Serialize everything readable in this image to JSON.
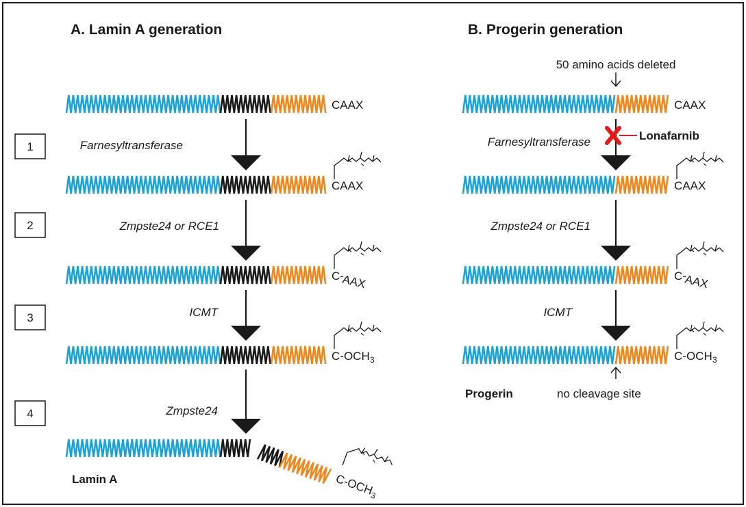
{
  "colors": {
    "segment_lamin_a_head": "#1ba3d6",
    "segment_deleted_region": "#1a1a1a",
    "segment_tail": "#f0871c",
    "inhibition_mark": "#e01b1b",
    "arrow": "#1a1a1a"
  },
  "panel_a": {
    "title": "A. Lamin A generation",
    "steps": [
      "1",
      "2",
      "3",
      "4"
    ],
    "enzymes": [
      "Farnesyltransferase",
      "Zmpste24 or RCE1",
      "ICMT",
      "Zmpste24"
    ],
    "final_label": "Lamin A"
  },
  "panel_b": {
    "title": "B. Progerin generation",
    "deletion_note": "50 amino acids deleted",
    "enzymes": [
      "Farnesyltransferase",
      "Zmpste24 or RCE1",
      "ICMT"
    ],
    "inhibitor": "Lonafarnib",
    "final_label": "Progerin",
    "cleavage_note": "no cleavage site"
  },
  "c_terminus": {
    "caax": "CAAX",
    "c_prefix": "C-",
    "aax": "AAX",
    "och_prefix": "C-OCH",
    "och_subscript": "3"
  }
}
